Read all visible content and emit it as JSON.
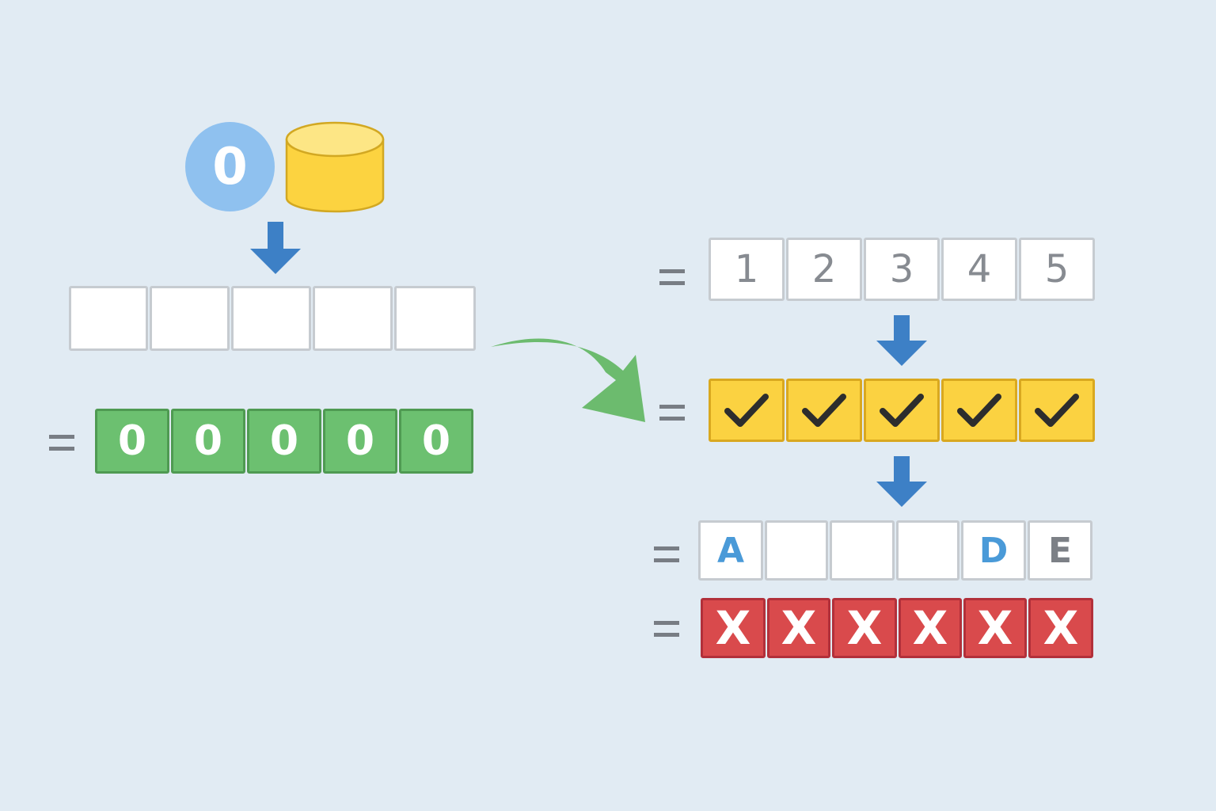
{
  "top_circle": {
    "label": "0",
    "color": "#8fc1ef"
  },
  "database_icon": "database-cylinder-icon",
  "empty_row": {
    "cells": [
      "",
      "",
      "",
      "",
      ""
    ]
  },
  "zero_row": {
    "prefix": "=",
    "cells": [
      "0",
      "0",
      "0",
      "0",
      "0"
    ]
  },
  "number_row": {
    "prefix": "=",
    "cells": [
      "1",
      "2",
      "3",
      "4",
      "5"
    ]
  },
  "check_row": {
    "prefix": "=",
    "count": 5,
    "icon": "checkmark-icon"
  },
  "letter_row": {
    "prefix": "=",
    "cells": [
      "A",
      "",
      "",
      "",
      "D",
      "E"
    ],
    "colors": [
      "#4a9ad8",
      "",
      "",
      "",
      "#4a9ad8",
      "#7c8086"
    ]
  },
  "x_row": {
    "prefix": "=",
    "cells": [
      "X",
      "X",
      "X",
      "X",
      "X",
      "X"
    ]
  },
  "colors": {
    "background": "#e1ebf3",
    "arrow_blue": "#3d80c6",
    "arrow_green": "#6cbb6e",
    "green": "#6cc070",
    "yellow": "#fbd241",
    "red": "#d94a4c"
  }
}
